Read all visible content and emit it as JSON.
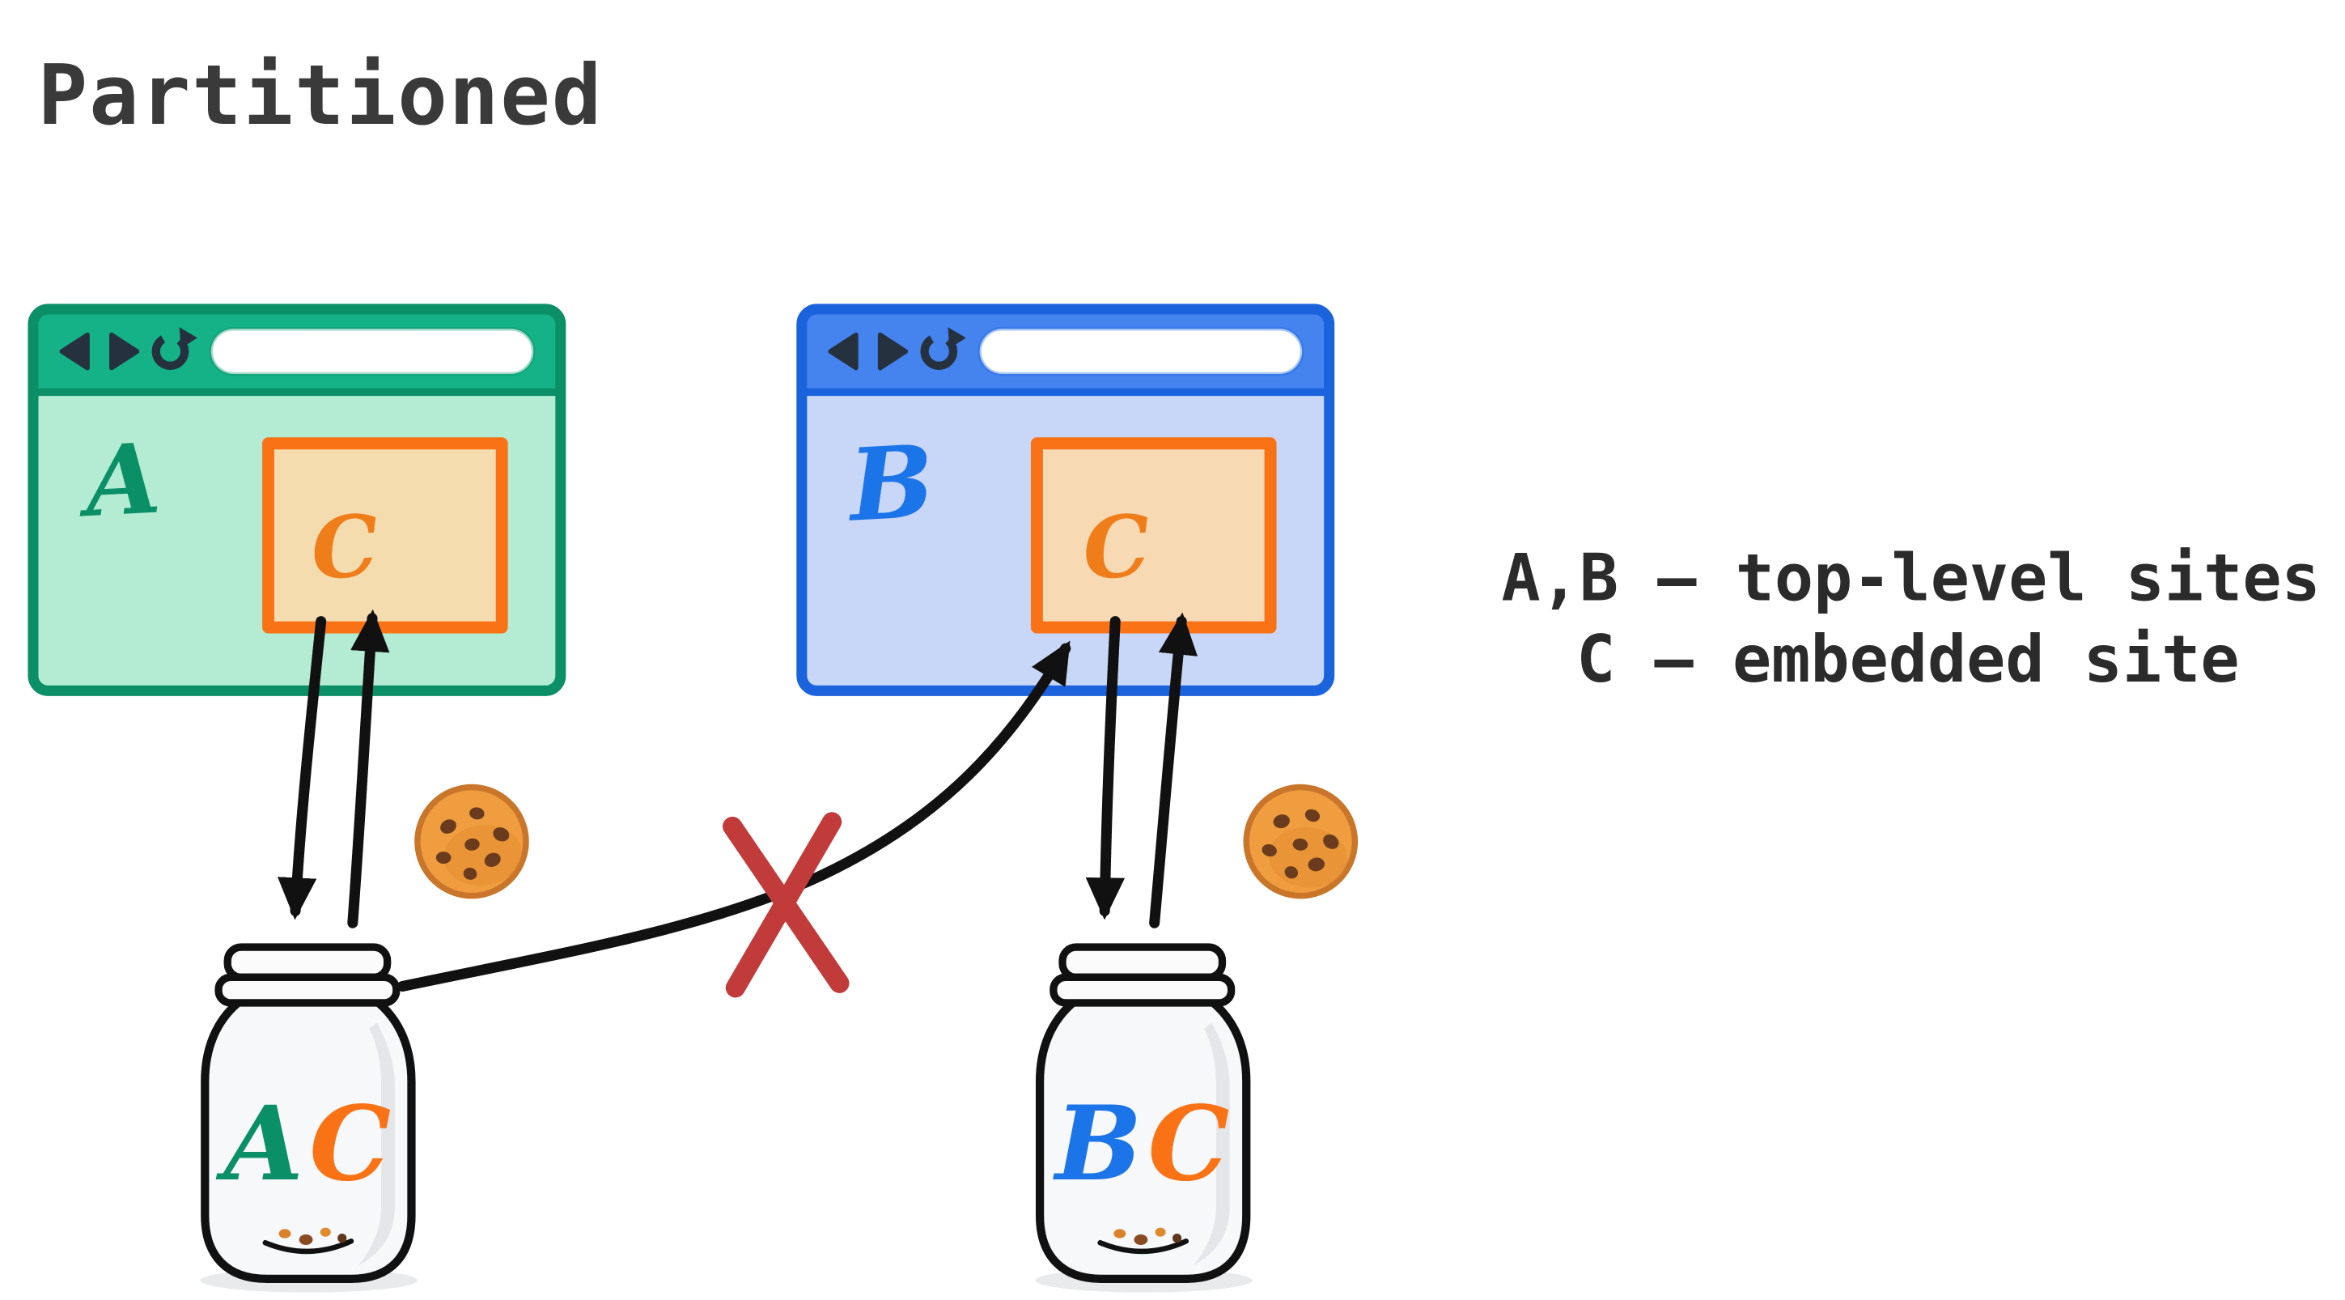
{
  "title": "Partitioned",
  "legend": {
    "line1": "A,B – top-level sites",
    "line2": "C – embedded site"
  },
  "windows": {
    "a": {
      "label": "A",
      "iframe_label": "C",
      "address_bar_value": "",
      "colors": {
        "border": "#0b8f66",
        "toolbar": "#15b287",
        "body": "#b4ecd3",
        "label": "#0b8f66",
        "icon": "#25313f"
      }
    },
    "b": {
      "label": "B",
      "iframe_label": "C",
      "address_bar_value": "",
      "colors": {
        "border": "#1b63dc",
        "toolbar": "#4584ef",
        "body": "#c8d7f8",
        "label": "#1b74e8",
        "icon": "#25313f"
      }
    }
  },
  "iframe": {
    "border": "#f97316",
    "fill": "#ffd9a8",
    "label_color": "#ef7d1a"
  },
  "jars": {
    "left": {
      "letter1": "A",
      "letter2": "C",
      "letter1_color": "#0b8f66",
      "letter2_color": "#f97316"
    },
    "right": {
      "letter1": "B",
      "letter2": "C",
      "letter1_color": "#1b74e8",
      "letter2_color": "#f97316"
    }
  },
  "colors": {
    "background": "#ffffff",
    "title_text": "#3a3a3a",
    "legend_text": "#2b2b2b",
    "arrow": "#111111",
    "blocked_x": "#c23b3b",
    "jar_outline": "#111111",
    "jar_glass": "#f7f8fa",
    "cookie_body": "#ef9d3f",
    "cookie_edge": "#c9762b",
    "cookie_chip": "#6b3b1e"
  },
  "icons": {
    "back-icon": "◀",
    "forward-icon": "▶",
    "reload-icon": "⟳",
    "cookie-icon": "🍪",
    "blocked-x-icon": "✕"
  }
}
